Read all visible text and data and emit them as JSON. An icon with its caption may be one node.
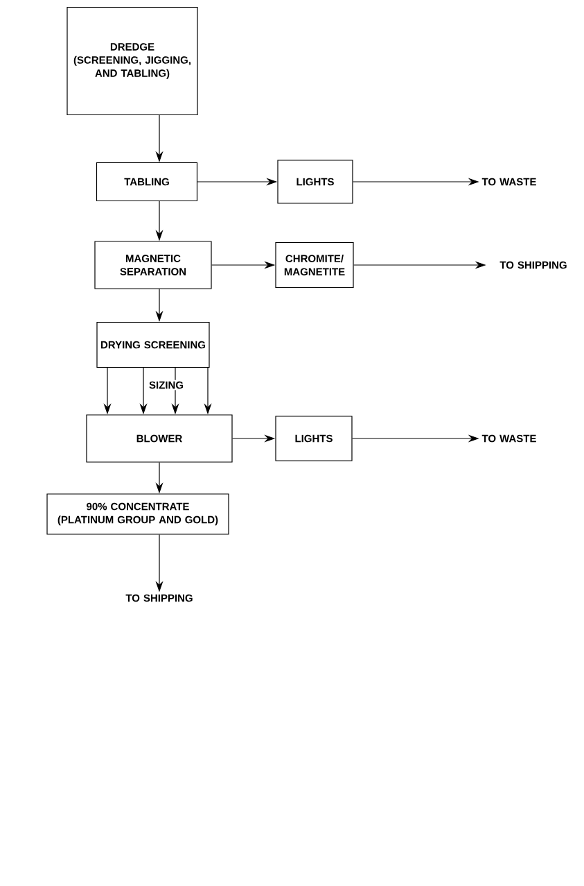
{
  "diagram": {
    "nodes": [
      {
        "text": [
          "DREDGE",
          "(SCREENING, JIGGING, AND TABLING)"
        ]
      },
      {
        "text": [
          "TABLING"
        ]
      },
      {
        "text": [
          "LIGHTS"
        ]
      },
      {
        "text": [
          "TO WASTE"
        ]
      },
      {
        "text": [
          "MAGNETIC SEPARATION"
        ]
      },
      {
        "text": [
          "CHROMITE/ MAGNETITE"
        ]
      },
      {
        "text": [
          "TO SHIPPING"
        ]
      },
      {
        "text": [
          "DRYING SCREENING"
        ]
      },
      {
        "text": [
          "BLOWER"
        ]
      },
      {
        "text": [
          "LIGHTS"
        ]
      },
      {
        "text": [
          "TO WASTE"
        ]
      },
      {
        "text": [
          "90% CONCENTRATE (PLATINUM GROUP AND GOLD)"
        ]
      },
      {
        "text": [
          "TO SHIPPING"
        ]
      }
    ],
    "edges": [
      {
        "from": 0,
        "to": 1,
        "arrow": "to"
      },
      {
        "from": 1,
        "to": 2,
        "arrow": "to"
      },
      {
        "from": 2,
        "to": 3,
        "arrow": "to"
      },
      {
        "from": 1,
        "to": 4,
        "arrow": "to"
      },
      {
        "from": 4,
        "to": 5,
        "arrow": "to"
      },
      {
        "from": 5,
        "to": 6,
        "arrow": "to"
      },
      {
        "from": 4,
        "to": 7,
        "arrow": "to"
      },
      {
        "from": 7,
        "to": 8,
        "arrow": "to"
      },
      {
        "from": 7,
        "to": 8,
        "arrow": "to"
      },
      {
        "from": 7,
        "to": 8,
        "arrow": "to"
      },
      {
        "from": 7,
        "to": 8,
        "arrow": "to"
      },
      {
        "from": 8,
        "to": 9,
        "arrow": "to"
      },
      {
        "from": 9,
        "to": 10,
        "arrow": "to"
      },
      {
        "from": 8,
        "to": 11,
        "arrow": "to"
      },
      {
        "from": 11,
        "to": 12,
        "arrow": "to"
      }
    ],
    "labels": [
      "SIZING"
    ]
  }
}
